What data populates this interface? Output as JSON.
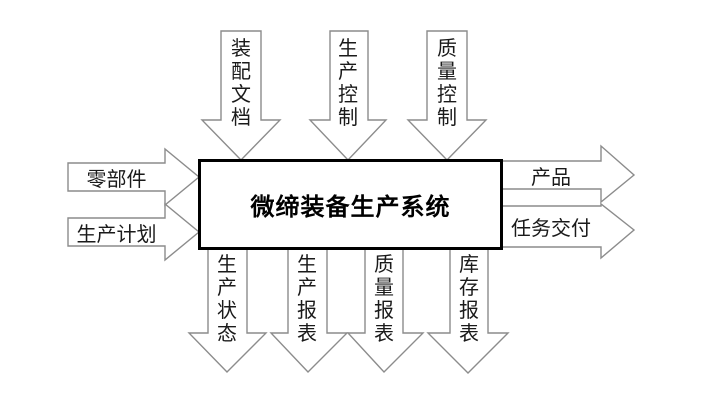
{
  "diagram": {
    "title": "微缔装备生产系统",
    "top_inputs": [
      {
        "label": "装配文档"
      },
      {
        "label": "生产控制"
      },
      {
        "label": "质量控制"
      }
    ],
    "left_inputs": [
      {
        "label": "零部件"
      },
      {
        "label": "生产计划"
      }
    ],
    "right_outputs": [
      {
        "label": "产品"
      },
      {
        "label": "任务交付"
      }
    ],
    "bottom_outputs": [
      {
        "label": "生产状态"
      },
      {
        "label": "生产报表"
      },
      {
        "label": "质量报表"
      },
      {
        "label": "库存报表"
      }
    ],
    "colors": {
      "arrow_outline": "#8c8c8c",
      "arrow_fill": "#ffffff",
      "box_border": "#000000",
      "text": "#1a1a1a",
      "title_text": "#000000",
      "background": "#ffffff"
    }
  }
}
